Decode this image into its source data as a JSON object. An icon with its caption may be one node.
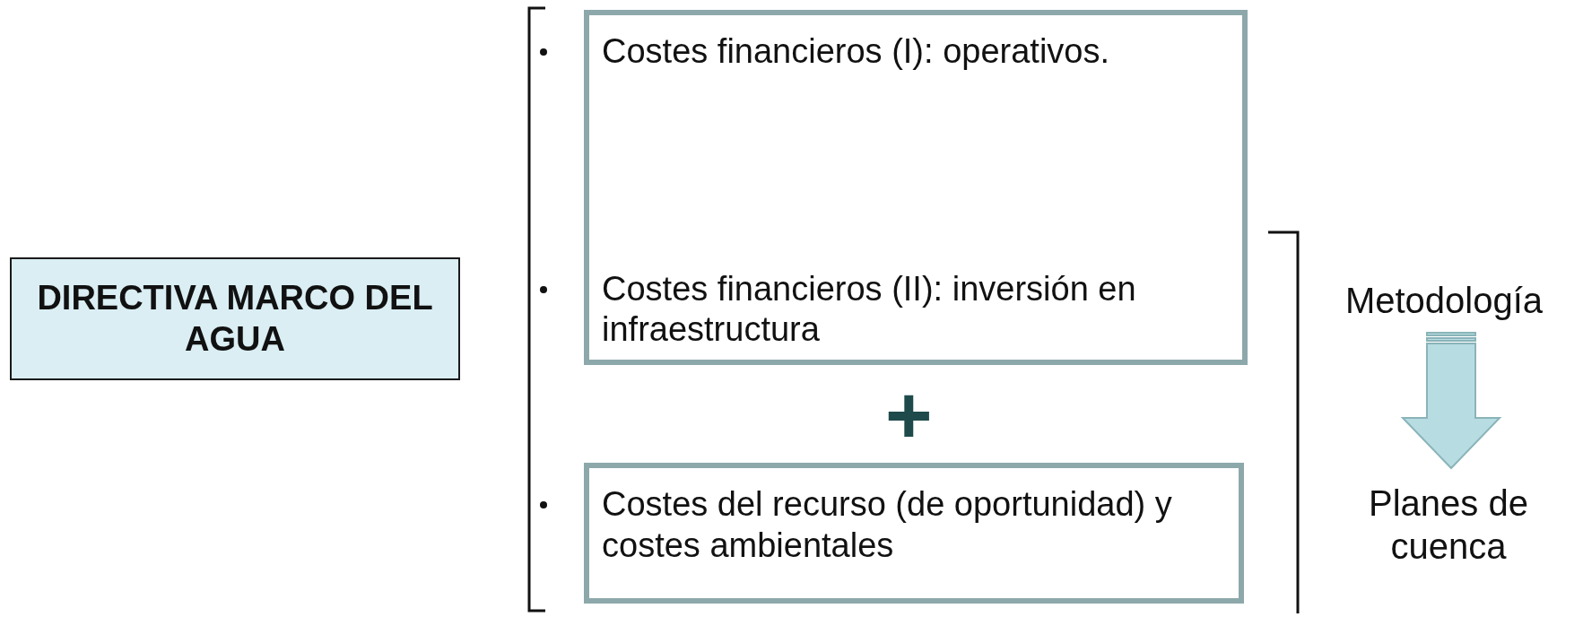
{
  "diagram": {
    "nodes": [
      {
        "text": [
          "DIRECTIVA MARCO DEL AGUA"
        ]
      },
      {
        "text": [
          "Costes financieros (I): operativos.",
          "Costes financieros (II): inversión en infraestructura"
        ]
      },
      {
        "text": [
          "Costes del recurso (de oportunidad) y costes ambientales"
        ]
      },
      {
        "text": [
          "Metodología"
        ]
      },
      {
        "text": [
          "Planes de cuenca"
        ]
      }
    ],
    "edges": [
      {
        "from": 3,
        "to": 4,
        "arrow": "to"
      }
    ],
    "labels": [
      "+"
    ]
  }
}
